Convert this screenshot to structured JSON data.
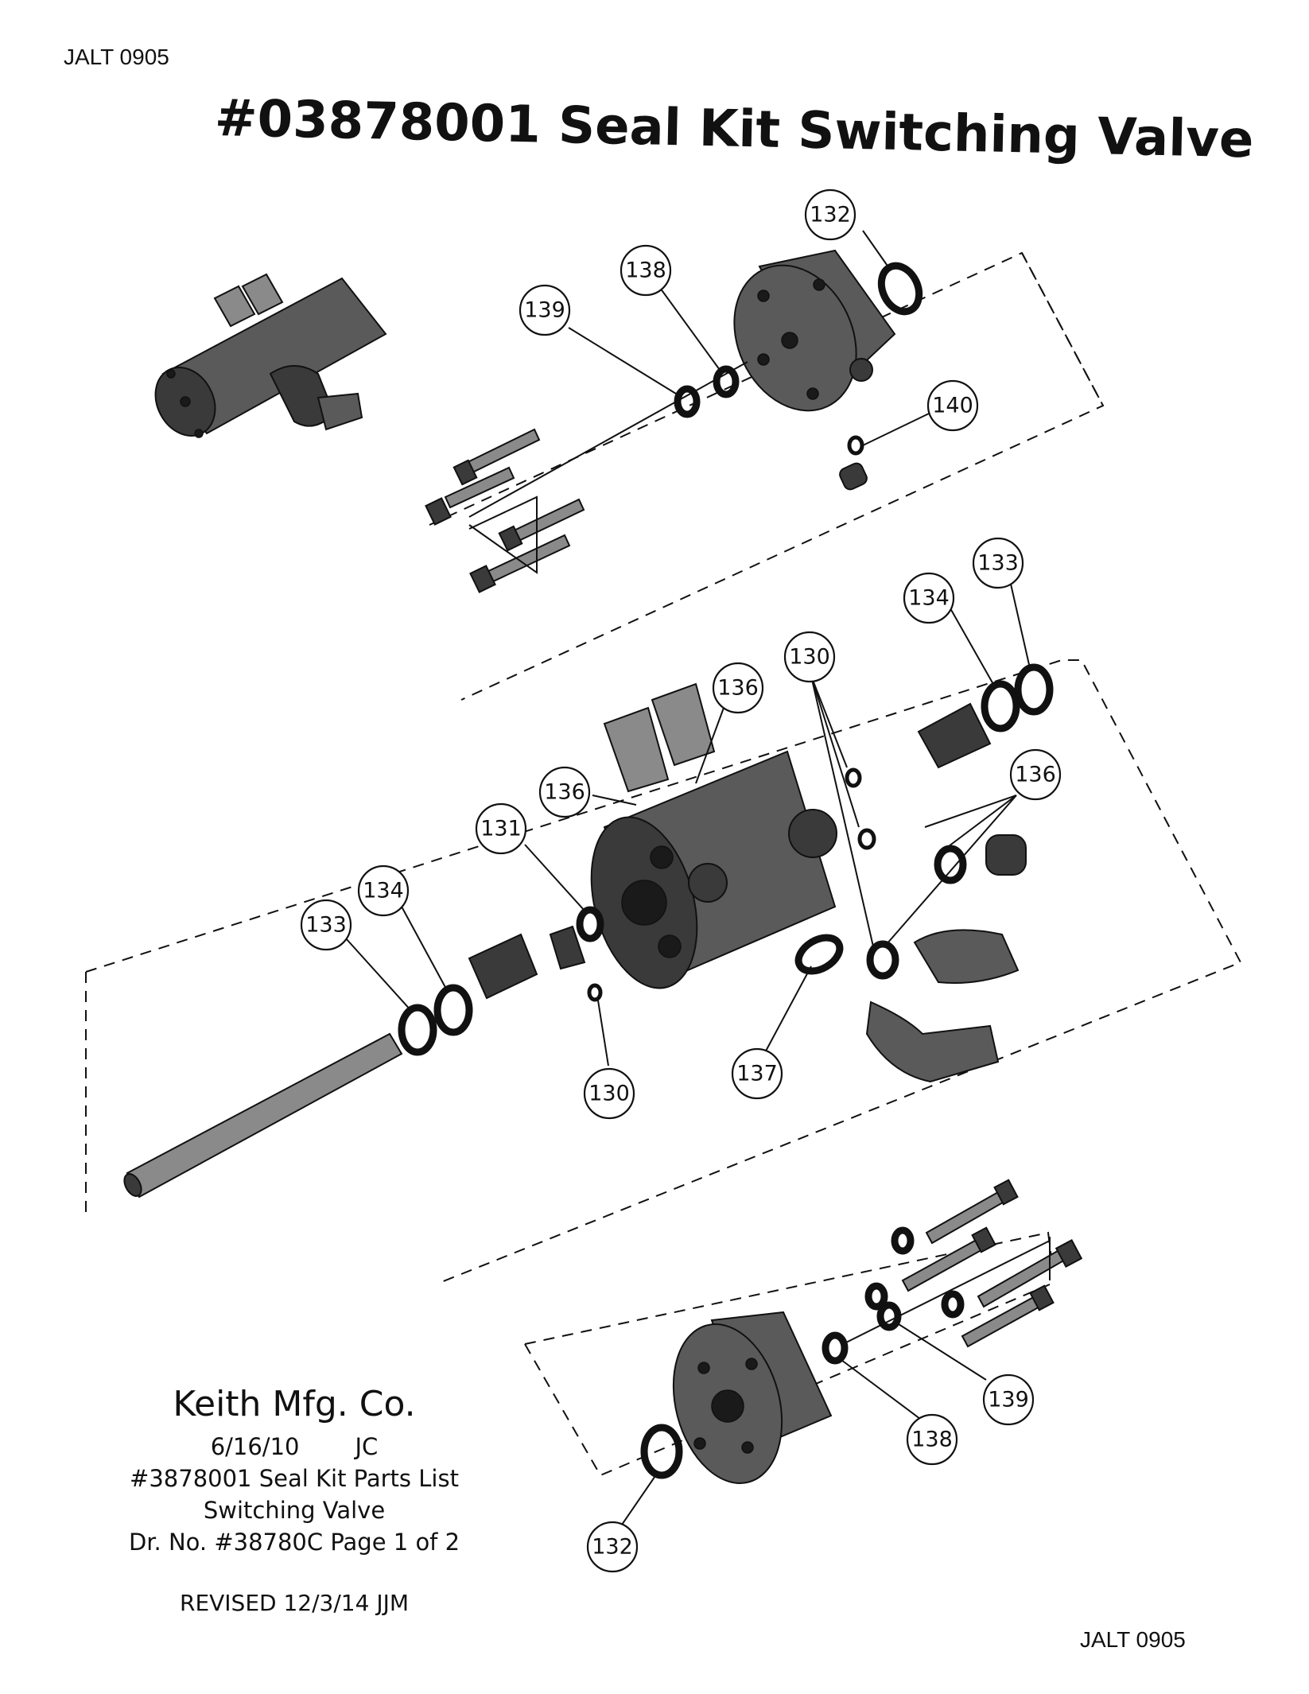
{
  "header": {
    "code_top": "JALT 0905",
    "title": "#03878001 Seal Kit Switching Valve"
  },
  "title_block": {
    "company": "Keith Mfg. Co.",
    "date": "6/16/10",
    "initials": "JC",
    "parts_list": "#3878001 Seal Kit Parts List",
    "subject": "Switching Valve",
    "drawing": "Dr. No. #38780C  Page 1 of 2",
    "revised": "REVISED 12/3/14 JJM"
  },
  "footer": {
    "code_bottom": "JALT 0905"
  },
  "callouts": {
    "c132_top": "132",
    "c138_top": "138",
    "c139_top": "139",
    "c140": "140",
    "c133_right": "133",
    "c134_right": "134",
    "c130_top": "130",
    "c136_top": "136",
    "c136_left": "136",
    "c136_right": "136",
    "c131": "131",
    "c134_left": "134",
    "c133_left": "133",
    "c130_bottom": "130",
    "c137": "137",
    "c139_bottom": "139",
    "c138_bottom": "138",
    "c132_bottom": "132"
  },
  "colors": {
    "part_fill": "#5a5a5a",
    "part_dark": "#3a3a3a",
    "line": "#111111",
    "paper": "#ffffff"
  }
}
